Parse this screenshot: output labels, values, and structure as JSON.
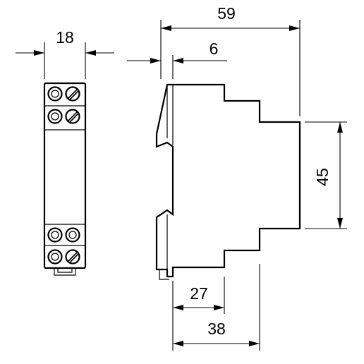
{
  "dimensions": {
    "front_width": "18",
    "overall_depth": "59",
    "clip_offset": "6",
    "body_height": "45",
    "front_section_depth": "27",
    "mounting_depth": "38"
  },
  "icons": {
    "terminal_open": "open-terminal-icon",
    "terminal_screw": "screw-terminal-icon"
  },
  "colors": {
    "line": "#000000",
    "background": "#ffffff"
  }
}
